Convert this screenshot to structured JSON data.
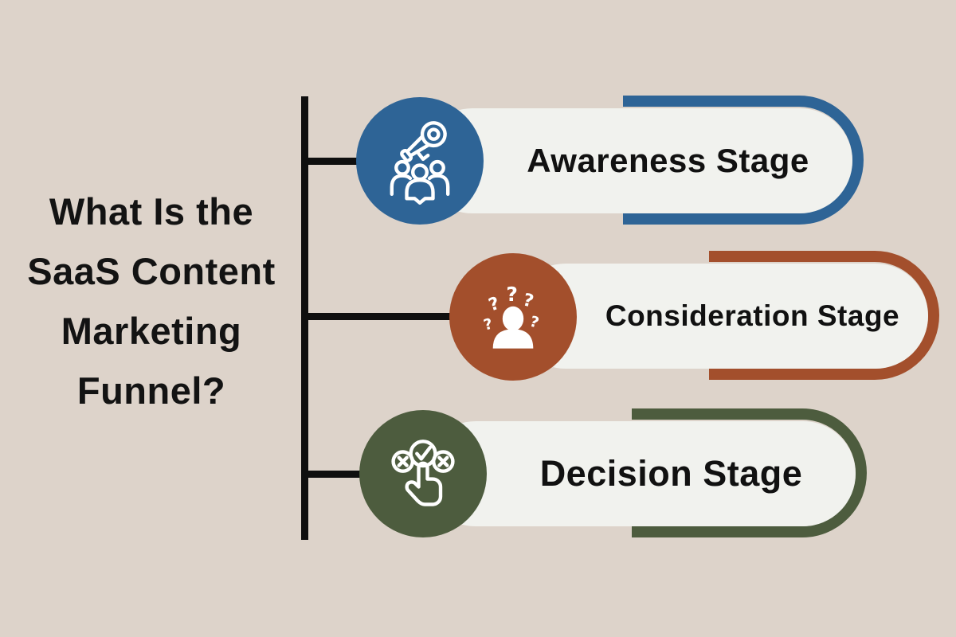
{
  "title": "What Is the SaaS Content Marketing Funnel?",
  "palette": {
    "background": "#ddd3ca",
    "pill_fill": "#f1f2ee",
    "text": "#131313",
    "connector": "#0f0f0f"
  },
  "stages": [
    {
      "label": "Awareness Stage",
      "color": "#2e6496",
      "icon": "megaphone-crowd-icon"
    },
    {
      "label": "Consideration Stage",
      "color": "#a34f2c",
      "icon": "person-question-marks-icon"
    },
    {
      "label": "Decision Stage",
      "color": "#4d5c3e",
      "icon": "choice-checkmark-hand-icon"
    }
  ]
}
